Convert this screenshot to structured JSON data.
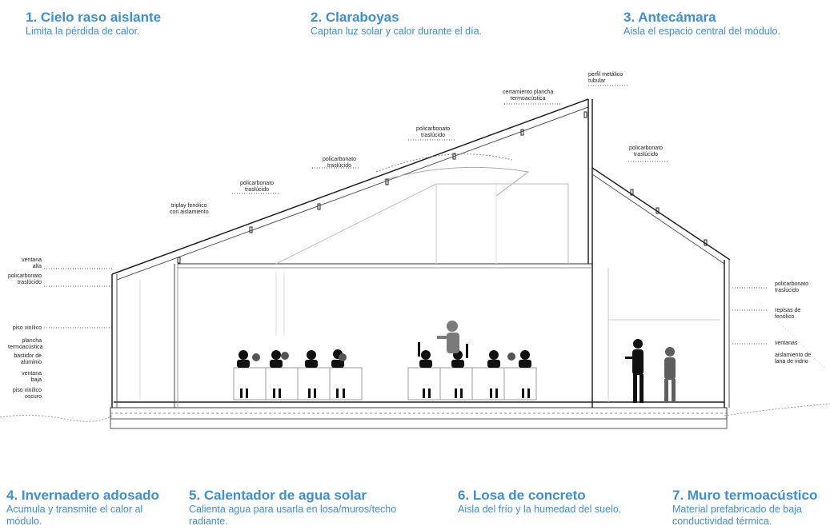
{
  "features": {
    "f1": {
      "title": "1. Cielo raso aislante",
      "desc": "Limita la pérdida de calor."
    },
    "f2": {
      "title": "2. Claraboyas",
      "desc": "Captan luz solar y calor durante el día."
    },
    "f3": {
      "title": "3. Antecámara",
      "desc": "Aisla el espacio central del módulo."
    },
    "f4": {
      "title": "4. Invernadero adosado",
      "desc1": "Acumula y transmite el calor al",
      "desc2": "módulo."
    },
    "f5": {
      "title": "5. Calentador de agua solar",
      "desc1": "Calienta agua para usarla en losa/muros/techo",
      "desc2": "radiante."
    },
    "f6": {
      "title": "6. Losa de concreto",
      "desc": "Aisla del frío y la humedad del suelo."
    },
    "f7": {
      "title": "7. Muro termoacústico",
      "desc1": "Material prefabricado de baja",
      "desc2": "conductividad térmica."
    }
  },
  "annotations": {
    "perfil": [
      "perfil metálico",
      "tubular"
    ],
    "cerramiento": [
      "cerramiento plancha",
      "termoacústica"
    ],
    "poli_top": [
      "policarbonato",
      "traslúcido"
    ],
    "poli_mid": [
      "policarbonato",
      "traslúcido"
    ],
    "poli_left": [
      "policarbonato",
      "traslúcido"
    ],
    "poli_right": [
      "policarbonato",
      "traslúcido"
    ],
    "triplay": [
      "triplay fenólico",
      "con aislamiento"
    ],
    "ventana_alta": [
      "ventana",
      "alta"
    ],
    "poli_wall": [
      "policarbonato",
      "traslúcido"
    ],
    "piso_vinilico": "piso vinílico",
    "plancha": [
      "plancha",
      "termoacústica"
    ],
    "bastidor": [
      "bastidor de",
      "aluminio"
    ],
    "ventana_baja": [
      "ventana",
      "baja"
    ],
    "piso_oscuro": [
      "piso vinílico",
      "oscuro"
    ],
    "poli_east": [
      "policarbonato",
      "traslúcido"
    ],
    "repisas": [
      "repisas de",
      "fenólico"
    ],
    "ventanas": "ventanas",
    "lana": [
      "aislamiento de",
      "lana de vidrio"
    ]
  },
  "colors": {
    "accent": "#3d8fd1",
    "line": "#333333",
    "figure": "#111111",
    "figure_light": "#6a6a6a"
  }
}
